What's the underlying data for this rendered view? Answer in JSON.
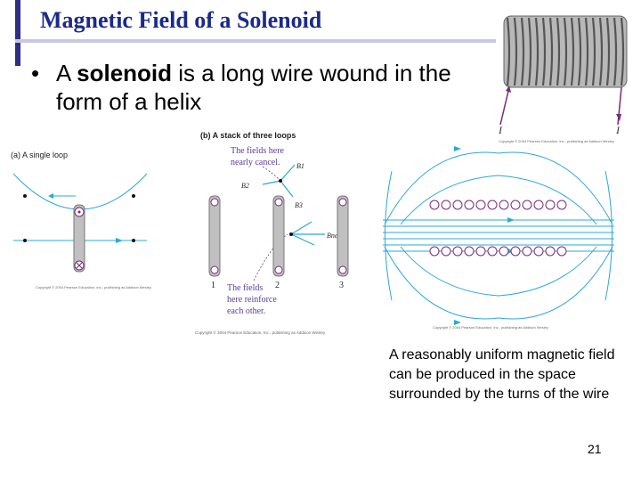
{
  "slide": {
    "title": "Magnetic Field of a Solenoid",
    "bullet": {
      "marker": "•",
      "prefix": "A ",
      "term": "solenoid",
      "rest": " is a long wire wound in the form of a helix"
    },
    "caption": "A reasonably uniform magnetic field can be produced in the space surrounded by the turns of the wire",
    "page_number": "21"
  },
  "helix_figure": {
    "current_label_left": "I",
    "current_label_right": "I"
  },
  "figure_a": {
    "label": "(a) A single loop",
    "copyright": "Copyright © 2004 Pearson Education, Inc., publishing as Addison Wesley"
  },
  "figure_b": {
    "label": "(b) A stack of three loops",
    "note_cancel": [
      "The fields here",
      "nearly cancel."
    ],
    "note_reinforce": [
      "The fields",
      "here reinforce",
      "each other."
    ],
    "vector_labels": [
      "B1",
      "B2",
      "B3",
      "Bnet"
    ],
    "loop_numbers": [
      "1",
      "2",
      "3"
    ],
    "copyright": "Copyright © 2004 Pearson Education, Inc., publishing as Addison Wesley"
  },
  "figure_solenoid": {
    "copyright_top": "Copyright © 2004 Pearson Education, Inc., publishing as Addison Wesley",
    "copyright_bottom": "Copyright © 2004 Pearson Education, Inc., publishing as Addison Wesley"
  },
  "colors": {
    "title": "#1a2a8a",
    "accent_bar": "#2e2e8a",
    "field_lines": "#2aa8d8",
    "wire": "#888888",
    "current": "#7a2a7a"
  }
}
